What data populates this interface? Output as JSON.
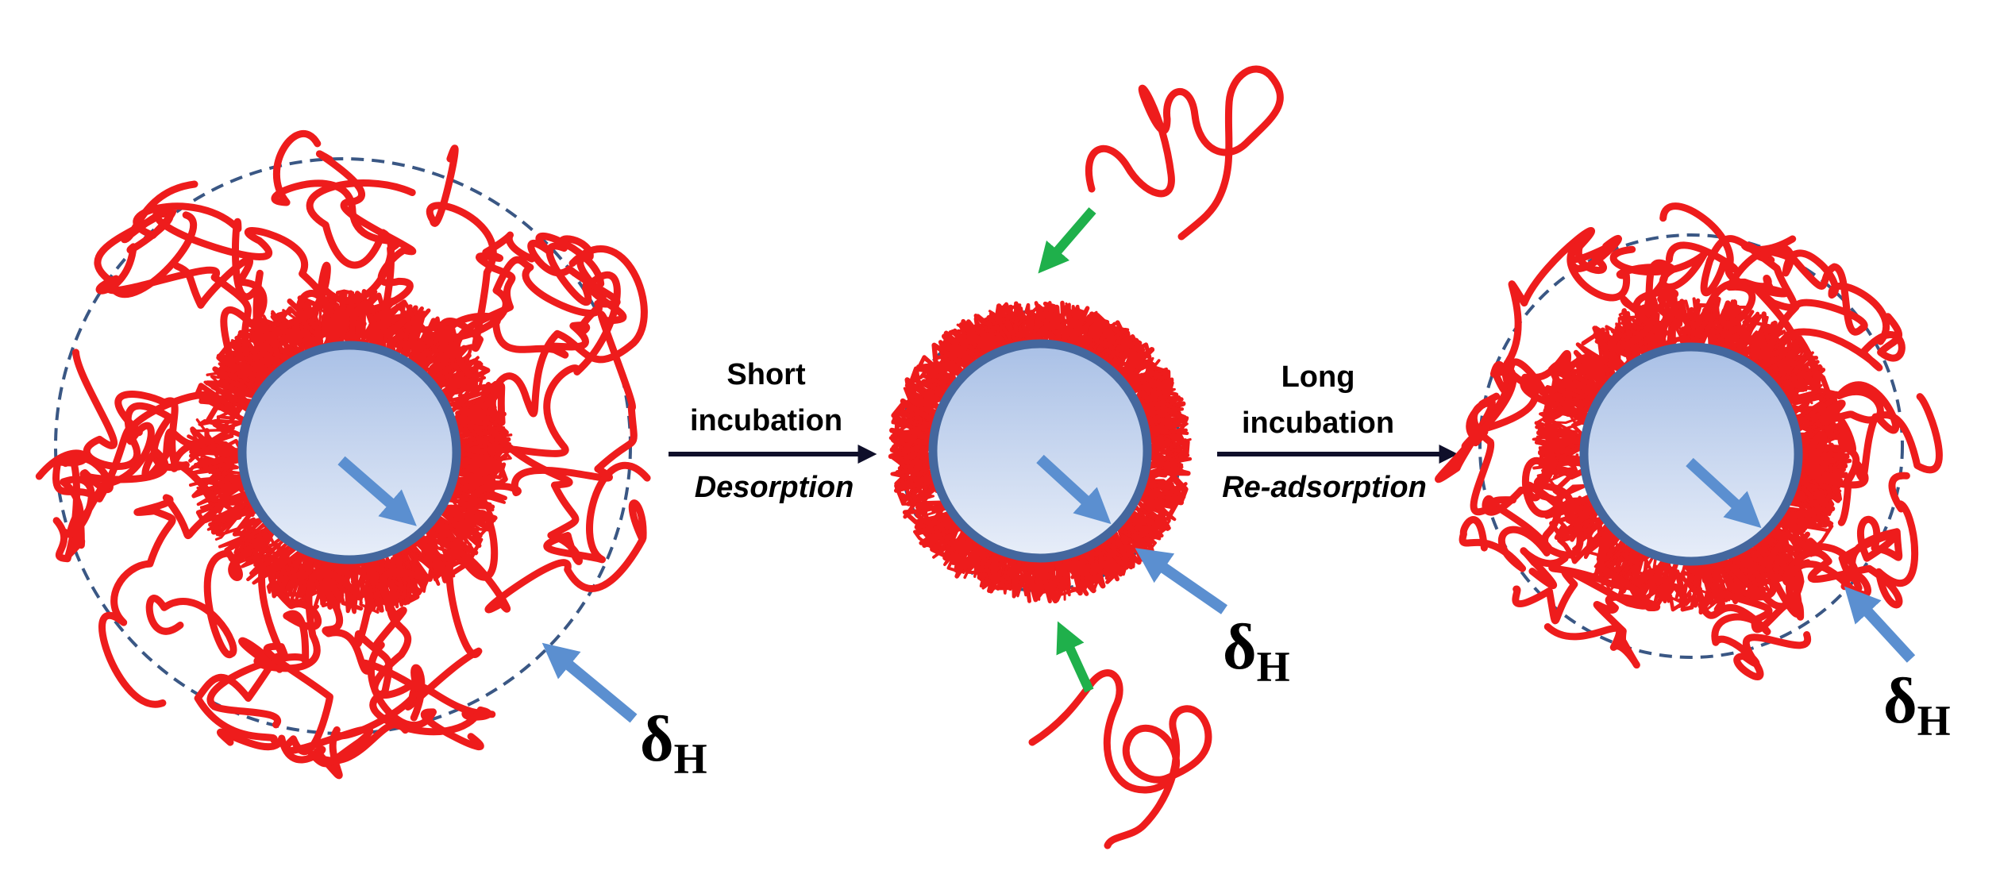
{
  "diagram": {
    "stage_initial": {
      "delta_symbol": "δ",
      "delta_subscript": "H"
    },
    "step_short": {
      "line1": "Short",
      "line2": "incubation",
      "process": "Desorption"
    },
    "stage_desorbed": {
      "delta_symbol": "δ",
      "delta_subscript": "H"
    },
    "step_long": {
      "line1": "Long",
      "line2": "incubation",
      "process": "Re-adsorption"
    },
    "stage_readsorbed": {
      "delta_symbol": "δ",
      "delta_subscript": "H"
    }
  },
  "colors": {
    "polymer_chain": "#ee1c1c",
    "core_fill_top": "#a9c0e6",
    "core_fill_bottom": "#e8eef9",
    "core_border": "#44679e",
    "pointer_arrow": "#5b8fd0",
    "free_chain_arrow": "#1fb04b",
    "process_arrow": "#0f0f2a",
    "boundary_dashed": "#3a5784"
  }
}
